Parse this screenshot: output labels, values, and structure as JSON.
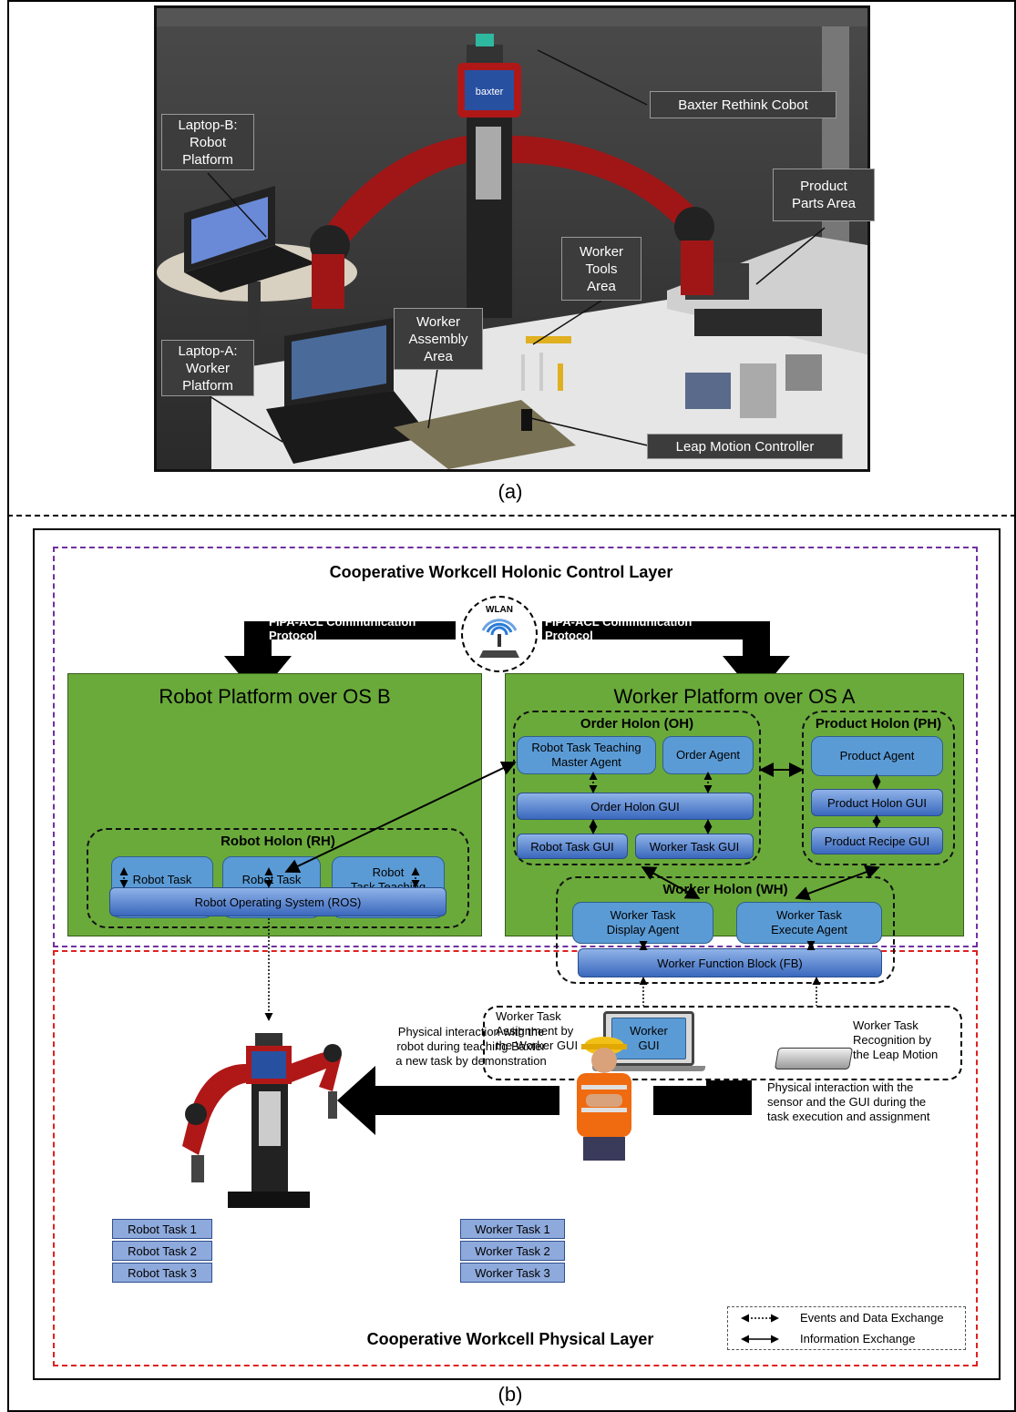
{
  "panel_a": {
    "caption": "(a)",
    "callouts": {
      "baxter": "Baxter Rethink Cobot",
      "laptop_b": "Laptop-B:\nRobot\nPlatform",
      "product_parts": "Product\nParts Area",
      "worker_tools": "Worker\nTools\nArea",
      "worker_assembly": "Worker\nAssembly\nArea",
      "laptop_a": "Laptop-A:\nWorker\nPlatform",
      "leap_motion": "Leap Motion Controller"
    },
    "screen_brand": "baxter"
  },
  "panel_b": {
    "caption": "(b)",
    "control_layer_title": "Cooperative Workcell Holonic Control Layer",
    "physical_layer_title": "Cooperative Workcell Physical Layer",
    "protocol_left": "FIPA-ACL Communication  Protocol",
    "protocol_right": "FIPA-ACL Communication  Protocol",
    "wlan": "WLAN",
    "robot_platform": {
      "title": "Robot Platform over OS B",
      "holon": {
        "title": "Robot Holon (RH)",
        "agents": [
          "Robot Task\nExecute Agent",
          "Robot Task\nDisplay Agent",
          "Robot\nTask Teaching\nSlave Agent"
        ],
        "bar": "Robot Operating System (ROS)"
      }
    },
    "worker_platform": {
      "title": "Worker Platform over OS A",
      "order_holon": {
        "title": "Order Holon (OH)",
        "agents": [
          "Robot Task Teaching\nMaster Agent",
          "Order Agent"
        ],
        "bar": "Order Holon GUI",
        "guis": [
          "Robot Task GUI",
          "Worker Task GUI"
        ]
      },
      "product_holon": {
        "title": "Product Holon (PH)",
        "agent": "Product Agent",
        "bars": [
          "Product Holon GUI",
          "Product Recipe GUI"
        ]
      },
      "worker_holon": {
        "title": "Worker Holon (WH)",
        "agents": [
          "Worker Task\nDisplay Agent",
          "Worker Task\nExecute Agent"
        ],
        "bar": "Worker Function Block (FB)"
      }
    },
    "physical": {
      "worker_gui_label": "Worker\nGUI",
      "assignment_note": "Worker Task\nAssignment by\nthe Worker GUI",
      "recognition_note": "Worker Task\nRecognition by\nthe Leap Motion",
      "robot_interaction": "Physical interaction with the\nrobot during teaching Baxter\na new task by demonstration",
      "sensor_interaction": "Physical  interaction  with  the\nsensor  and  the  GUI  during  the\ntask execution and assignment",
      "robot_tasks": [
        "Robot Task 1",
        "Robot Task 2",
        "Robot Task 3"
      ],
      "worker_tasks": [
        "Worker Task 1",
        "Worker Task 2",
        "Worker Task 3"
      ]
    },
    "legend": {
      "dotted": "Events and Data Exchange",
      "solid": "Information Exchange"
    }
  },
  "colors": {
    "platform_green": "#6aaa3b",
    "agent_blue": "#5b9bd5",
    "control_border": "#7030a0",
    "physical_border": "#e02020"
  }
}
